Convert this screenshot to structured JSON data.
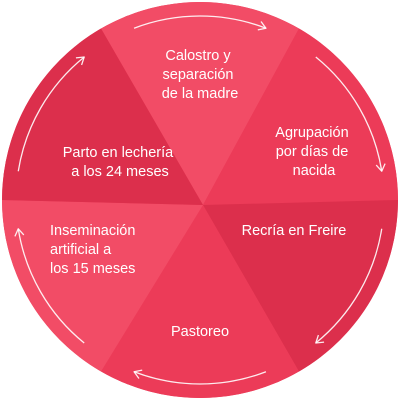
{
  "diagram": {
    "colors": {
      "base": "#ec3b58",
      "shade_light": "#f24c66",
      "shade_dark": "#dc2f4c",
      "arrow": "#ffffff"
    },
    "segments": [
      {
        "id": "calostro",
        "lines": [
          "Calostro y",
          "separación",
          "de la madre"
        ]
      },
      {
        "id": "agrupacion",
        "lines": [
          "Agrupación",
          "por días de",
          "nacida"
        ]
      },
      {
        "id": "recria",
        "lines": [
          "Recría en Freire"
        ]
      },
      {
        "id": "pastoreo",
        "lines": [
          "Pastoreo"
        ]
      },
      {
        "id": "inseminacion",
        "lines": [
          "Inseminación",
          "artificial a",
          "los 15 meses"
        ]
      },
      {
        "id": "parto",
        "lines": [
          "Parto en lechería",
          "a los 24 meses"
        ]
      }
    ]
  }
}
